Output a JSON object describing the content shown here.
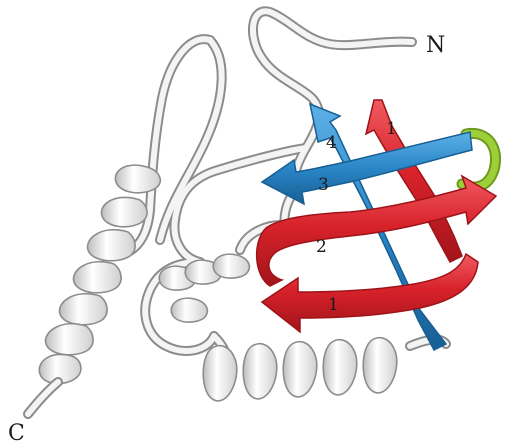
{
  "labels": {
    "n_terminus": "N",
    "c_terminus": "C",
    "strands": {
      "red_top": "1",
      "blue_top": "4",
      "blue_mid": "3",
      "red_mid": "2",
      "red_bottom": "1"
    }
  },
  "colors": {
    "red_strand": "#d8222b",
    "red_strand_dark": "#9e1318",
    "blue_strand": "#2a86c7",
    "blue_strand_dark": "#175f94",
    "green_turn": "#9ccf38",
    "coil": "#f2f2f2",
    "coil_outline": "#8c8c8c"
  }
}
